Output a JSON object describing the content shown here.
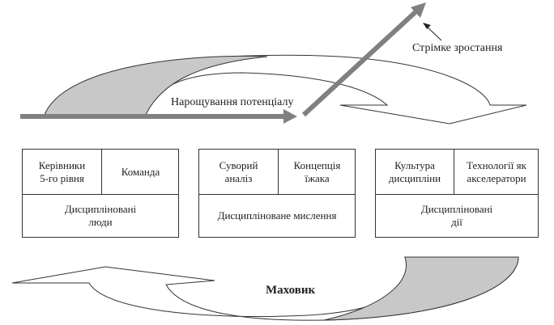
{
  "diagram": {
    "potential_label": "Нарощування потенціалу",
    "growth_label": "Стрімке зростання",
    "flywheel_label": "Маховик",
    "groups": [
      {
        "top_left": "Керівники\n5-го рівня",
        "top_right": "Команда",
        "bottom": "Дисципліновані\nлюди"
      },
      {
        "top_left": "Суворий\nаналіз",
        "top_right": "Концепція\nїжака",
        "bottom": "Дисципліноване мислення"
      },
      {
        "top_left": "Культура\nдисципліни",
        "top_right": "Технології як\nакселератори",
        "bottom": "Дисципліновані\nдії"
      }
    ],
    "colors": {
      "arrow_gray": "#808080",
      "fill_gray": "#c8c8c8",
      "stroke": "#333333"
    }
  }
}
